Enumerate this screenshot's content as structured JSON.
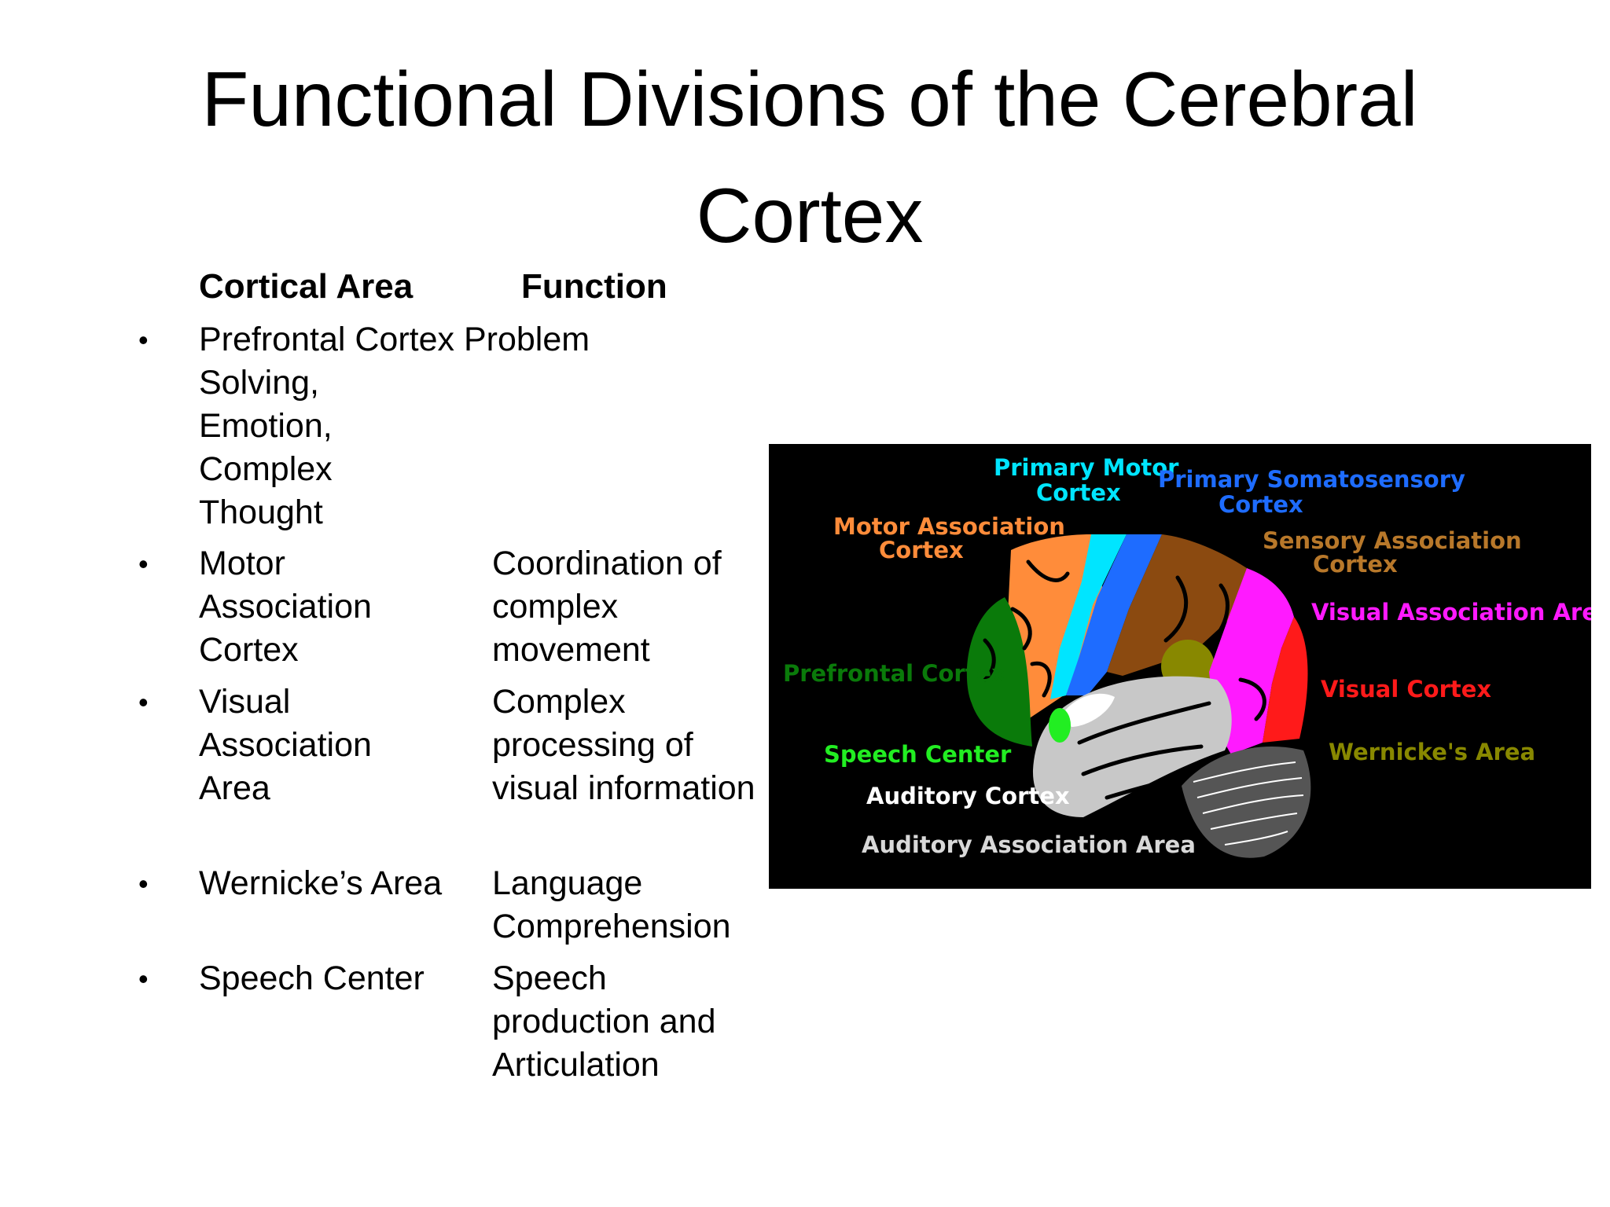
{
  "title": "Functional Divisions of the Cerebral Cortex",
  "table": {
    "header_area": "Cortical Area",
    "header_function": "Function",
    "bullet_char": "•",
    "rows": [
      {
        "area": "Prefrontal Cortex",
        "function": "Problem Solving, Emotion, Complex Thought"
      },
      {
        "area": "Motor Association Cortex",
        "function": "Coordination of complex movement"
      },
      {
        "area": "Visual Association Area",
        "function": "Complex processing of visual information"
      },
      {
        "area": "Wernicke’s Area",
        "function": "Language Comprehension"
      },
      {
        "area": "Speech Center",
        "function": "Speech production and Articulation"
      }
    ],
    "row1_line1": "Prefrontal Cortex  Problem",
    "row1_cont": "Solving,\nEmotion,\nComplex\nThought",
    "row2_area": "Motor\nAssociation\nCortex",
    "row3_area": "Visual\nAssociation\nArea"
  },
  "diagram": {
    "labels": {
      "primary_motor_1": "Primary Motor",
      "primary_motor_2": "Cortex",
      "somatosensory_1": "Primary Somatosensory",
      "somatosensory_2": "Cortex",
      "motor_assoc_1": "Motor Association",
      "motor_assoc_2": "Cortex",
      "sensory_assoc_1": "Sensory Association",
      "sensory_assoc_2": "Cortex",
      "visual_assoc": "Visual Association Area",
      "prefrontal": "Prefrontal Cortex",
      "visual": "Visual Cortex",
      "speech": "Speech Center",
      "wernicke": "Wernicke's Area",
      "auditory": "Auditory Cortex",
      "auditory_assoc": "Auditory Association Area"
    },
    "colors": {
      "background": "#000000",
      "primary_motor": "#00e5ff",
      "somatosensory": "#1e6cff",
      "motor_assoc": "#ff8c3a",
      "sensory_assoc": "#8b4a10",
      "visual_assoc": "#ff1aff",
      "prefrontal": "#0a7a0a",
      "visual": "#ff1a1a",
      "speech": "#22ee22",
      "wernicke": "#888800",
      "auditory": "#ffffff",
      "auditory_assoc": "#c8c8c8"
    }
  }
}
